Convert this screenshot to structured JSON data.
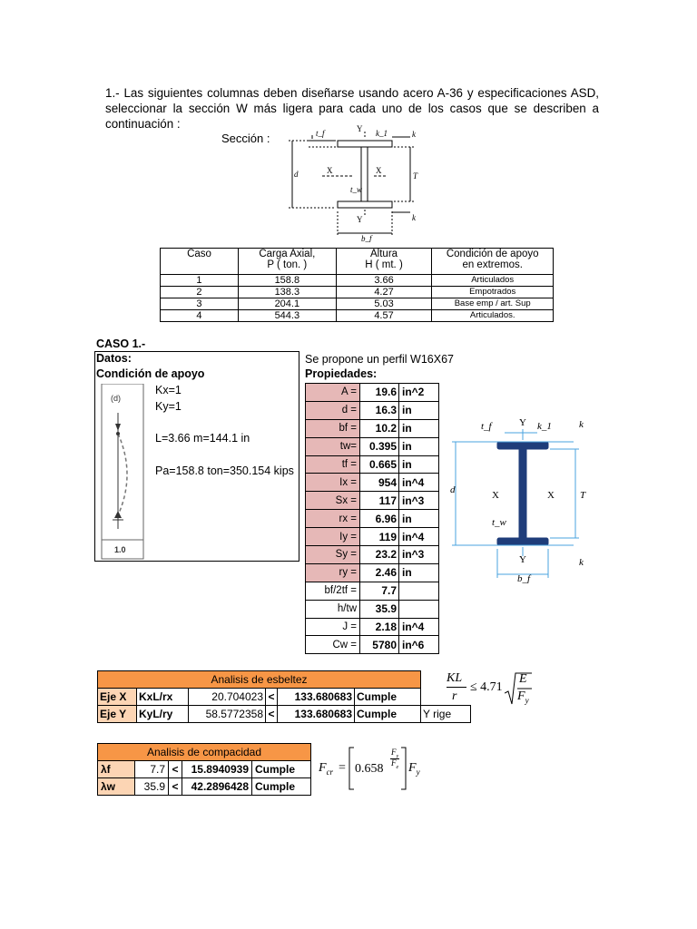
{
  "intro": "1.- Las siguientes columnas deben diseñarse usando acero A-36 y especificaciones ASD, seleccionar la sección W más ligera para cada uno de los casos que se describen a continuación :",
  "seccion_label": "Sección :",
  "section_fig": {
    "tf": "t_f",
    "k1": "k_1",
    "k": "k",
    "Y": "Y",
    "X": "X",
    "d": "d",
    "T": "T",
    "tw": "t_w",
    "bf": "b_f"
  },
  "cases_table": {
    "headers": [
      "Caso",
      "Carga Axial,\nP ( ton. )",
      "Altura\nH ( mt. )",
      "Condición de apoyo\nen extremos."
    ],
    "rows": [
      [
        "1",
        "158.8",
        "3.66",
        "Articulados"
      ],
      [
        "2",
        "138.3",
        "4.27",
        "Empotrados"
      ],
      [
        "3",
        "204.1",
        "5.03",
        "Base emp / art. Sup"
      ],
      [
        "4",
        "544.3",
        "4.57",
        "Articulados."
      ]
    ]
  },
  "caso_title": "CASO 1.-",
  "datos": {
    "title": "Datos:",
    "condicion": "Condición de apoyo",
    "kx": "Kx=1",
    "ky": "Ky=1",
    "L": "L=3.66 m=144.1 in",
    "Pa": "Pa=158.8 ton=350.154 kips",
    "fig_label_d": "(d)",
    "fig_value": "1.0"
  },
  "propuesta": "Se propone un perfil W16X67",
  "propiedades_title": "Propiedades:",
  "props": [
    {
      "label": "A =",
      "value": "19.6",
      "unit": "in^2",
      "pink": true
    },
    {
      "label": "d =",
      "value": "16.3",
      "unit": "in",
      "pink": true
    },
    {
      "label": "bf =",
      "value": "10.2",
      "unit": "in",
      "pink": true
    },
    {
      "label": "tw=",
      "value": "0.395",
      "unit": "in",
      "pink": true
    },
    {
      "label": "tf =",
      "value": "0.665",
      "unit": "in",
      "pink": true
    },
    {
      "label": "Ix =",
      "value": "954",
      "unit": "in^4",
      "pink": true
    },
    {
      "label": "Sx =",
      "value": "117",
      "unit": "in^3",
      "pink": true
    },
    {
      "label": "rx =",
      "value": "6.96",
      "unit": "in",
      "pink": true
    },
    {
      "label": "Iy =",
      "value": "119",
      "unit": "in^4",
      "pink": true
    },
    {
      "label": "Sy =",
      "value": "23.2",
      "unit": "in^3",
      "pink": true
    },
    {
      "label": "ry =",
      "value": "2.46",
      "unit": "in",
      "pink": true
    },
    {
      "label": "bf/2tf =",
      "value": "7.7",
      "unit": "",
      "pink": false
    },
    {
      "label": "h/tw",
      "value": "35.9",
      "unit": "",
      "pink": false
    },
    {
      "label": "J =",
      "value": "2.18",
      "unit": "in^4",
      "pink": false
    },
    {
      "label": "Cw =",
      "value": "5780",
      "unit": "in^6",
      "pink": false
    }
  ],
  "esbeltez": {
    "title": "Analisis de esbeltez",
    "rows": [
      {
        "eje": "Eje X",
        "expr": "KxL/rx",
        "value": "20.704023",
        "op": "<",
        "limit": "133.680683",
        "result": "Cumple",
        "note": ""
      },
      {
        "eje": "Eje Y",
        "expr": "KyL/ry",
        "value": "58.5772358",
        "op": "<",
        "limit": "133.680683",
        "result": "Cumple",
        "note": "Y rige"
      }
    ]
  },
  "compacidad": {
    "title": "Analisis de compacidad",
    "rows": [
      {
        "sym": "λf",
        "value": "7.7",
        "op": "<",
        "limit": "15.8940939",
        "result": "Cumple"
      },
      {
        "sym": "λw",
        "value": "35.9",
        "op": "<",
        "limit": "42.2896428",
        "result": "Cumple"
      }
    ]
  },
  "formulas": {
    "KL": "KL",
    "r": "r",
    "leq": "≤ 4.71",
    "E": "E",
    "Fy": "F",
    "y": "y",
    "Fcr": "F",
    "cr": "cr",
    "eq": "=",
    "base": "0.658",
    "frac_top": "F",
    "frac_bot": "F",
    "y2": "y",
    "e": "e",
    "fy_out": "F",
    "y3": "y"
  }
}
